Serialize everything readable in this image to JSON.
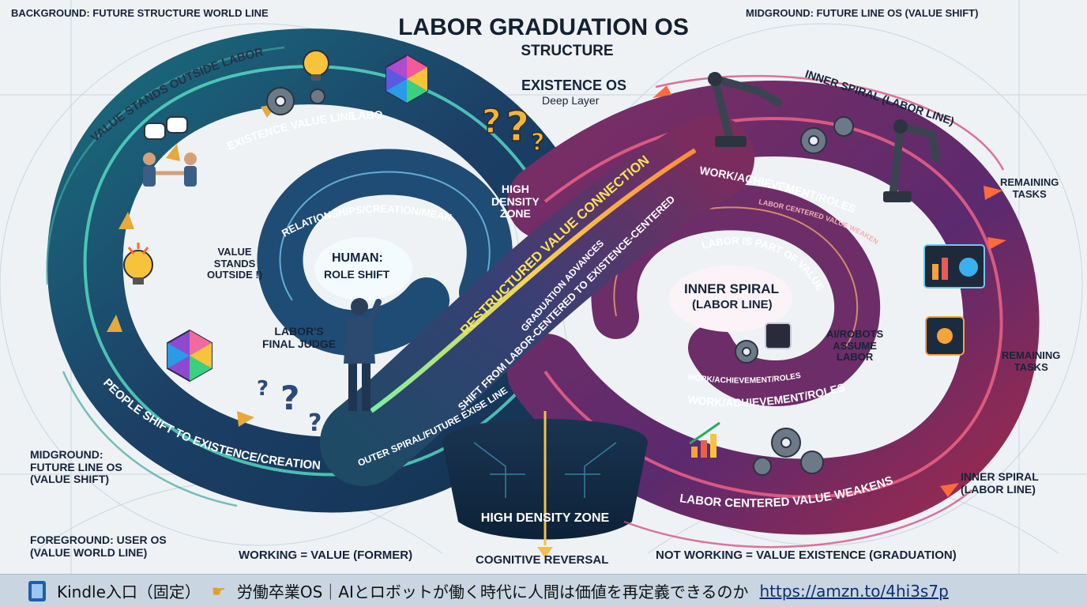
{
  "title": {
    "main": "LABOR GRADUATION OS",
    "sub": "STRUCTURE"
  },
  "labels": {
    "background": "BACKGROUND: FUTURE STRUCTURE WORLD LINE",
    "midground_top": "MIDGROUND: FUTURE LINE OS (VALUE SHIFT)",
    "midground_left": "MIDGROUND:\nFUTURE LINE OS\n(VALUE SHIFT)",
    "foreground": "FOREGROUND: USER OS\n(VALUE WORLD LINE)",
    "existence_os": "EXISTENCE OS",
    "deep_layer": "Deep Layer",
    "inner_spiral_top": "INNER SPIRAL (LABOR LINE)",
    "remaining_tasks_1": "REMAINING\nTASKS",
    "remaining_tasks_2": "REMAINING\nTASKS",
    "high_density_zone_small": "HIGH\nDENSITY\nZONE",
    "value_stands_outside": "VALUE\nSTANDS\nOUTSIDE !)",
    "human_role_shift_1": "HUMAN:",
    "human_role_shift_2": "ROLE SHIFT",
    "labors_final_judge": "LABOR'S\nFINAL JUDGE",
    "inner_spiral_center_1": "INNER SPIRAL",
    "inner_spiral_center_2": "(LABOR LINE)",
    "ai_robots": "AI/ROBOTS\nASSUME\nLABOR",
    "inner_spiral_bottom": "INNER SPIRAL\n(LABOR LINE)",
    "working_value": "WORKING = VALUE (FORMER)",
    "cognitive_reversal": "COGNITIVE REVERSAL",
    "not_working": "NOT WORKING = VALUE EXISTENCE (GRADUATION)"
  },
  "band_text": {
    "value_stands_outside_labor": "VALUE STANDS OUTSIDE LABOR",
    "existence_value_line": "EXISTENCE VALUE LINE",
    "labor": "LABOR",
    "relationships": "RELATIONSHIPS/CREATION/MEANING",
    "restructured": "RESTRUCTURED VALUE CONNECTION",
    "graduation_advances": "GRADUATION ADVANCES",
    "shift_from": "SHIFT FROM LABOR-CENTERED TO EXISTENCE-CENTERED",
    "people_shift": "PEOPLE SHIFT TO EXISTENCE/CREATION",
    "outer_spiral": "OUTER SPIRAL/FUTURE EXISE LINE",
    "high_density_zone": "HIGH DENSITY ZONE",
    "work_achievement_top": "WORK/ACHIEVEMENT/ROLES",
    "labor_centered_value_weakens_small": "LABOR CENTERED VALUE WEAKENS",
    "labor_is_part": "LABOR IS PART OF VALUE",
    "work_achievement_small": "WORK/ACHIEVEMENT/ROLES",
    "work_achievement_bottom": "WORK/ACHIEVEMENT/ROLES",
    "labor_centered_value_weakens": "LABOR CENTERED VALUE WEAKENS"
  },
  "footer": {
    "kindle": "Kindle入口（固定）",
    "book": "労働卒業OS｜AIとロボットが働く時代に人間は価値を再定義できるのか",
    "link": "https://amzn.to/4hi3s7p"
  },
  "colors": {
    "left_loop_outer": "#1d6a78",
    "left_loop_inner": "#2a4f7a",
    "right_loop_outer": "#6a2c6e",
    "right_loop_inner": "#8a2a55",
    "glow_yellow": "#f7d451",
    "glow_cyan": "#4fe3f0",
    "glow_orange": "#ff7a3c"
  },
  "icons": [
    "lightbulb-gear-icon",
    "gear-icon",
    "chat-bubbles-icon",
    "handshake-people-icon",
    "prism-hexagon-icon",
    "question-marks-icon",
    "robot-arm-icon",
    "monitor-chart-icon",
    "chip-icon",
    "bar-chart-icon",
    "thinking-person-icon"
  ]
}
